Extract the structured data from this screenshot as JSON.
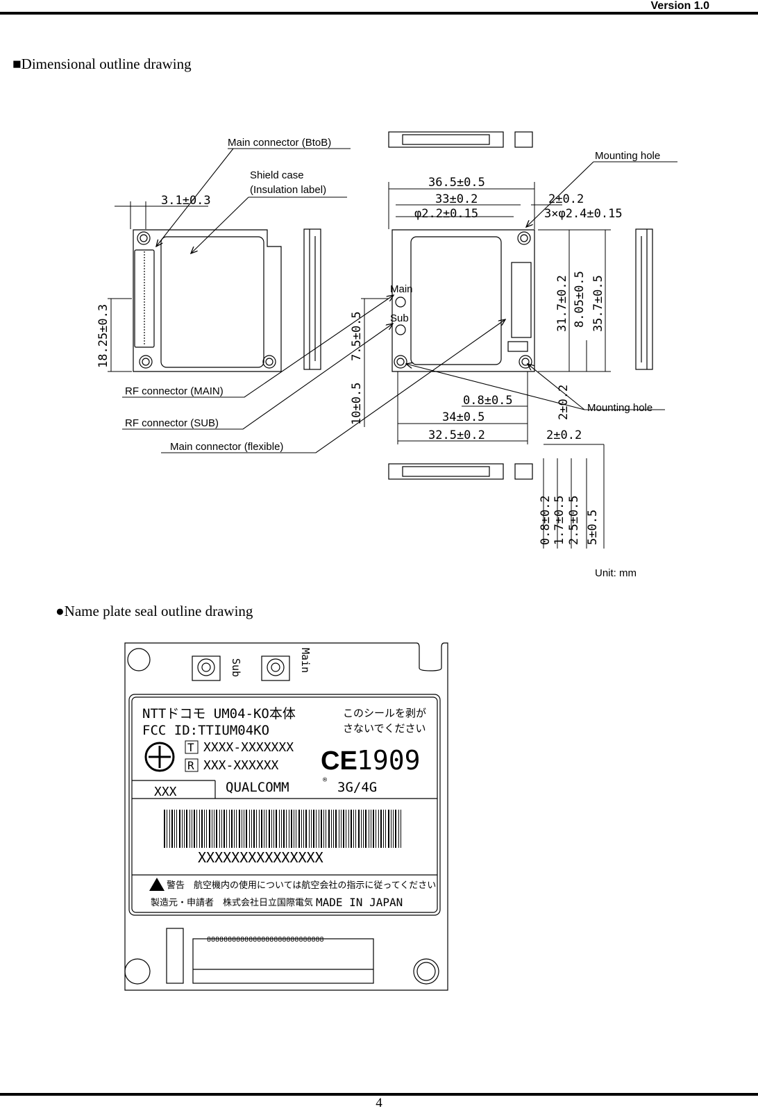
{
  "header": {
    "version": "Version  1.0"
  },
  "section_title": "■Dimensional outline drawing",
  "drawing": {
    "labels": {
      "main_btob": "Main connector (BtoB)",
      "shield_1": "Shield case",
      "shield_2": "(Insulation label)",
      "mount_top": "Mounting hole",
      "rf_main": "RF connector (MAIN)",
      "rf_sub": "RF connector (SUB)",
      "main_flex": "Main connector (flexible)",
      "mount_bottom": "Mounting hole",
      "unit": "Unit: mm"
    },
    "dims": {
      "d1": "3.1±0.3",
      "d2": "18.25±0.3",
      "d3": "36.5±0.5",
      "d4": "33±0.2",
      "d5": "φ2.2±0.15",
      "d6": "2±0.2",
      "d7": "3×φ2.4±0.15",
      "d8": "31.7±0.2",
      "d9": "8.05±0.5",
      "d10": "35.7±0.5",
      "d11": "7.5±0.5",
      "d12": "10±0.5",
      "d13": "0.8±0.5",
      "d14": "34±0.5",
      "d15": "32.5±0.2",
      "d16": "2±0.2",
      "d17": "2±0.2",
      "d18": "0.8±0.2",
      "d19": "1.7±0.5",
      "d20": "2.5±0.5",
      "d21": "5±0.5"
    },
    "tiny_labels": {
      "main": "Main",
      "sub": "Sub"
    }
  },
  "nameplate_title": "●Name plate seal outline drawing",
  "nameplate": {
    "sub": "Sub",
    "main": "Main",
    "line1_left": "NTTドコモ UM04-KO本体",
    "line1_right": "このシールを剥が",
    "line2_left": "FCC ID:TTIUM04KO",
    "line2_right": "さないでください",
    "t_mark": "T",
    "t_code": "XXXX-XXXXXXX",
    "r_mark": "R",
    "r_code": "XXX-XXXXXX",
    "ce": "CE",
    "ce_num": "1909",
    "xxx": "XXX",
    "qualcomm": "QUALCOMM",
    "reg": "®",
    "gen": "3G/4G",
    "serial": "XXXXXXXXXXXXXXX",
    "warning": "警告　航空機内の使用については航空会社の指示に従ってください",
    "maker": "製造元・申請者　株式会社日立国際電気",
    "made_in": "MADE IN JAPAN",
    "pins": "8888888888888888888888888888"
  },
  "footer": {
    "page": "4"
  }
}
